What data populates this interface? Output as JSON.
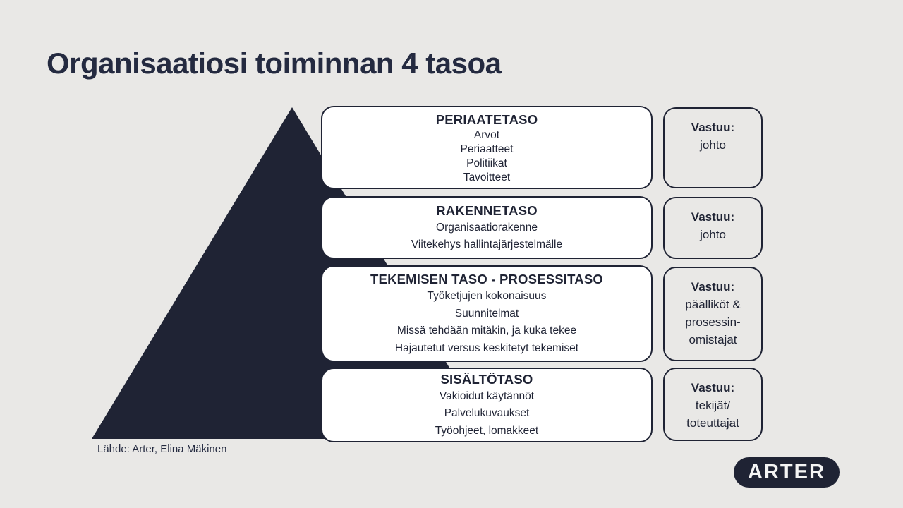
{
  "title": "Organisaatiosi toiminnan 4 tasoa",
  "source": "Lähde: Arter, Elina Mäkinen",
  "logo_text": "ARTER",
  "colors": {
    "background": "#e9e8e6",
    "navy": "#1f2334",
    "box_fill": "#ffffff",
    "logo_text": "#f4f4f4"
  },
  "levels": [
    {
      "name": "PERIAATETASO",
      "items": [
        "Arvot",
        "Periaatteet",
        "Politiikat",
        "Tavoitteet"
      ],
      "responsibility": {
        "label": "Vastuu:",
        "lines": [
          "johto"
        ]
      }
    },
    {
      "name": "RAKENNETASO",
      "items": [
        "Organisaatiorakenne",
        "Viitekehys hallintajärjestelmälle"
      ],
      "responsibility": {
        "label": "Vastuu:",
        "lines": [
          "johto"
        ]
      }
    },
    {
      "name": "TEKEMISEN TASO - PROSESSITASO",
      "items": [
        "Työketjujen kokonaisuus",
        "Suunnitelmat",
        "Missä tehdään mitäkin, ja kuka tekee",
        "Hajautetut versus keskitetyt tekemiset"
      ],
      "responsibility": {
        "label": "Vastuu:",
        "lines": [
          "päälliköt &",
          "prosessin-",
          "omistajat"
        ]
      }
    },
    {
      "name": "SISÄLTÖTASO",
      "items": [
        "Vakioidut käytännöt",
        "Palvelukuvaukset",
        "Työohjeet, lomakkeet"
      ],
      "responsibility": {
        "label": "Vastuu:",
        "lines": [
          "tekijät/",
          "toteuttajat"
        ]
      }
    }
  ]
}
